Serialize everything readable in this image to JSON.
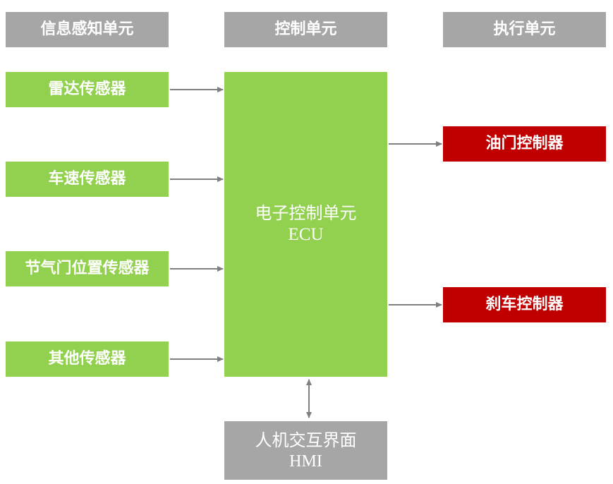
{
  "headers": {
    "sensing": "信息感知单元",
    "control": "控制单元",
    "execution": "执行单元"
  },
  "sensors": [
    {
      "label": "雷达传感器"
    },
    {
      "label": "车速传感器"
    },
    {
      "label": "节气门位置传感器"
    },
    {
      "label": "其他传感器"
    }
  ],
  "ecu": {
    "name": "电子控制单元",
    "abbr": "ECU"
  },
  "actuators": [
    {
      "label": "油门控制器"
    },
    {
      "label": "刹车控制器"
    }
  ],
  "hmi": {
    "name": "人机交互界面",
    "abbr": "HMI"
  },
  "colors": {
    "header_gray": "#a6a6a6",
    "sensor_green": "#92d050",
    "actuator_red": "#c00000",
    "arrow_gray": "#7f7f7f"
  }
}
